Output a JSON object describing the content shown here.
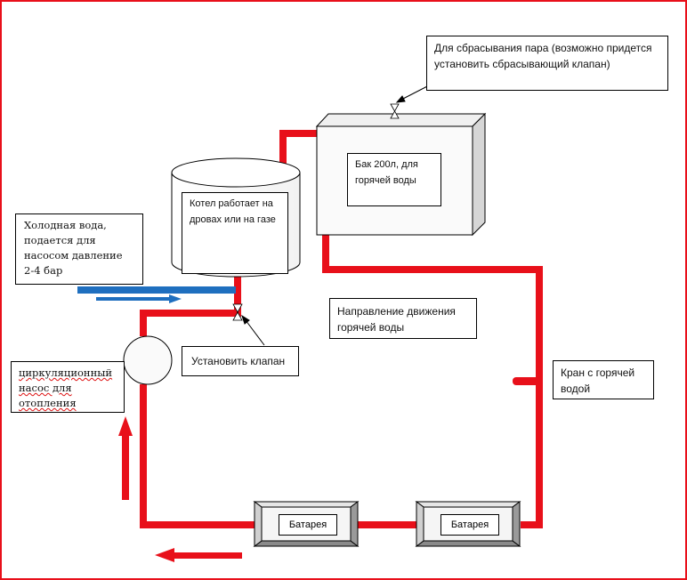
{
  "labels": {
    "steam": "Для сбрасывания пара (возможно придется установить сбрасывающий клапан)",
    "tank": "Бак 200л, для горячей воды",
    "boiler": "Котел работает на дровах или на газе",
    "cold_water": "Холодная вода, подается для насосом давление 2-4 бар",
    "valve": "Установить клапан",
    "direction": "Направление движения горячей воды",
    "pump": "циркуляционный насос для отопления",
    "tap": "Кран с горячей водой",
    "battery_1": "Батарея",
    "battery_2": "Батарея"
  },
  "colors": {
    "hot_pipe": "#e8101a",
    "cold_pipe": "#1f6fbf",
    "border": "#e8101a"
  }
}
